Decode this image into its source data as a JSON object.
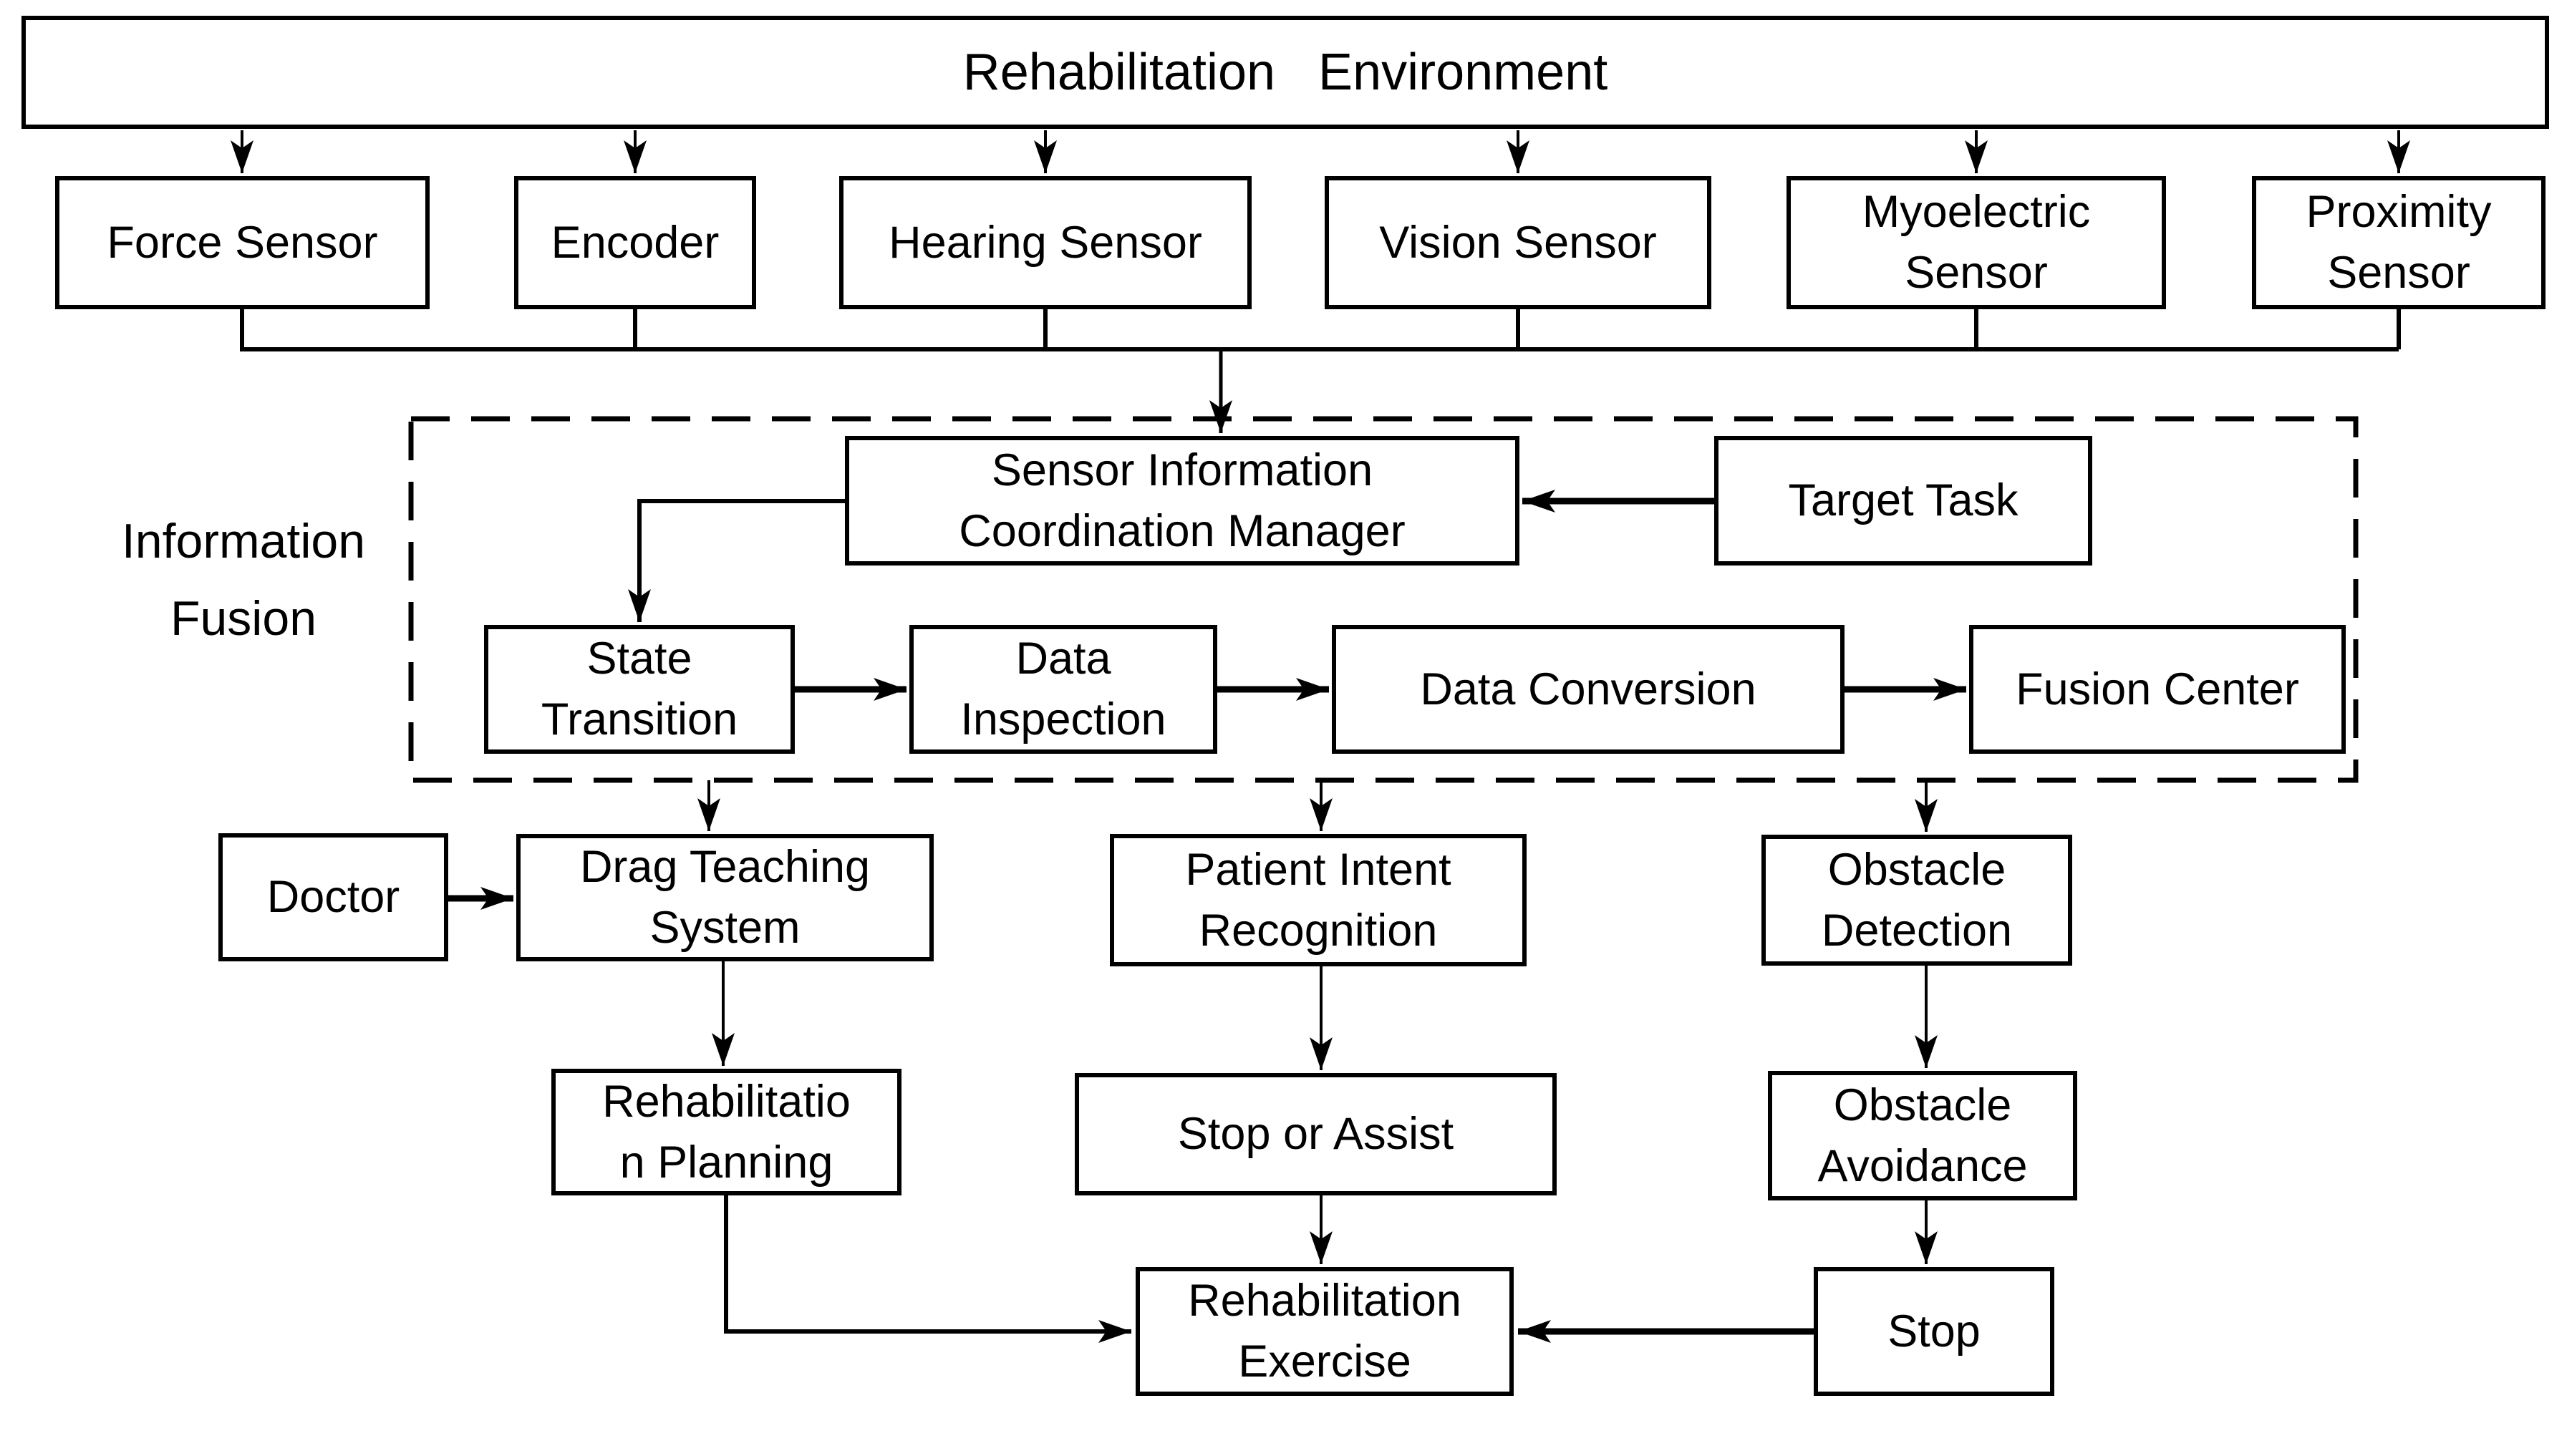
{
  "diagram": {
    "colors": {
      "ink": "#000000",
      "background": "#ffffff"
    },
    "environment": {
      "title": "Rehabilitation   Environment"
    },
    "sensors": [
      {
        "lines": [
          "Force Sensor"
        ]
      },
      {
        "lines": [
          "Encoder"
        ]
      },
      {
        "lines": [
          "Hearing Sensor"
        ]
      },
      {
        "lines": [
          "Vision Sensor"
        ]
      },
      {
        "lines": [
          "Myoelectric",
          "Sensor"
        ]
      },
      {
        "lines": [
          "Proximity",
          "Sensor"
        ]
      }
    ],
    "fusion_group": {
      "label_lines": [
        "Information",
        "Fusion"
      ]
    },
    "nodes": {
      "sensor_info_manager": {
        "lines": [
          "Sensor Information",
          "Coordination Manager"
        ]
      },
      "target_task": {
        "lines": [
          "Target Task"
        ]
      },
      "state_transition": {
        "lines": [
          "State",
          "Transition"
        ]
      },
      "data_inspection": {
        "lines": [
          "Data",
          "Inspection"
        ]
      },
      "data_conversion": {
        "lines": [
          "Data Conversion"
        ]
      },
      "fusion_center": {
        "lines": [
          "Fusion Center"
        ]
      },
      "doctor": {
        "lines": [
          "Doctor"
        ]
      },
      "drag_teaching_system": {
        "lines": [
          "Drag Teaching",
          "System"
        ]
      },
      "patient_intent_recognition": {
        "lines": [
          "Patient Intent",
          "Recognition"
        ]
      },
      "obstacle_detection": {
        "lines": [
          "Obstacle",
          "Detection"
        ]
      },
      "rehabilitation_planning": {
        "lines": [
          "Rehabilitatio",
          "n Planning"
        ]
      },
      "stop_or_assist": {
        "lines": [
          "Stop or Assist"
        ]
      },
      "obstacle_avoidance": {
        "lines": [
          "Obstacle",
          "Avoidance"
        ]
      },
      "rehabilitation_exercise": {
        "lines": [
          "Rehabilitation",
          "Exercise"
        ]
      },
      "stop": {
        "lines": [
          "Stop"
        ]
      }
    }
  }
}
